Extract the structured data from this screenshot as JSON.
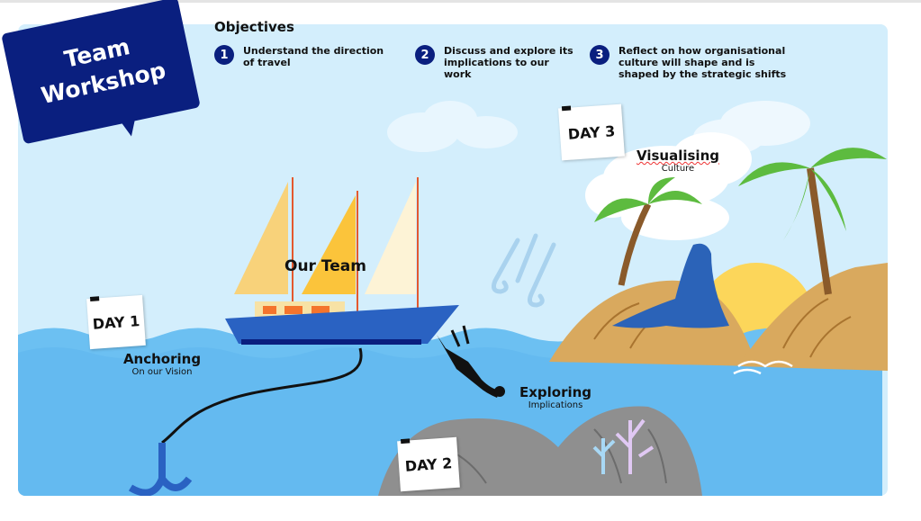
{
  "badge": {
    "line1": "Team",
    "line2": "Workshop"
  },
  "objectives": {
    "title": "Objectives",
    "items": [
      {
        "number": "1",
        "text": "Understand the direction of travel"
      },
      {
        "number": "2",
        "text": "Discuss and explore its implications to our work"
      },
      {
        "number": "3",
        "text": "Reflect on how organisational culture will shape and is shaped by the strategic shifts"
      }
    ]
  },
  "ship": {
    "label": "Our Team"
  },
  "days": [
    {
      "tag": "DAY 1",
      "heading": "Anchoring",
      "sub": "On our Vision"
    },
    {
      "tag": "DAY 2",
      "heading": "Exploring",
      "sub": "Implications"
    },
    {
      "tag": "DAY 3",
      "heading": "Visualising",
      "sub": "Culture"
    }
  ],
  "colors": {
    "navy": "#0a1f7f",
    "sky": "#d3eefc",
    "sea": "#6cc0f2",
    "sand": "#d9a95e",
    "palm": "#5dbb3f"
  }
}
